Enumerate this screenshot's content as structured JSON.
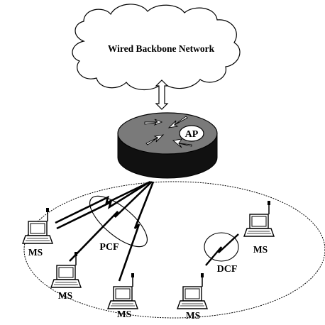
{
  "backbone": {
    "label": "Wired Backbone Network"
  },
  "access_point": {
    "label": "AP"
  },
  "stations": [
    {
      "label": "MS"
    },
    {
      "label": "MS"
    },
    {
      "label": "MS"
    },
    {
      "label": "MS"
    },
    {
      "label": "MS"
    }
  ],
  "modes": {
    "pcf": "PCF",
    "dcf": "DCF"
  }
}
